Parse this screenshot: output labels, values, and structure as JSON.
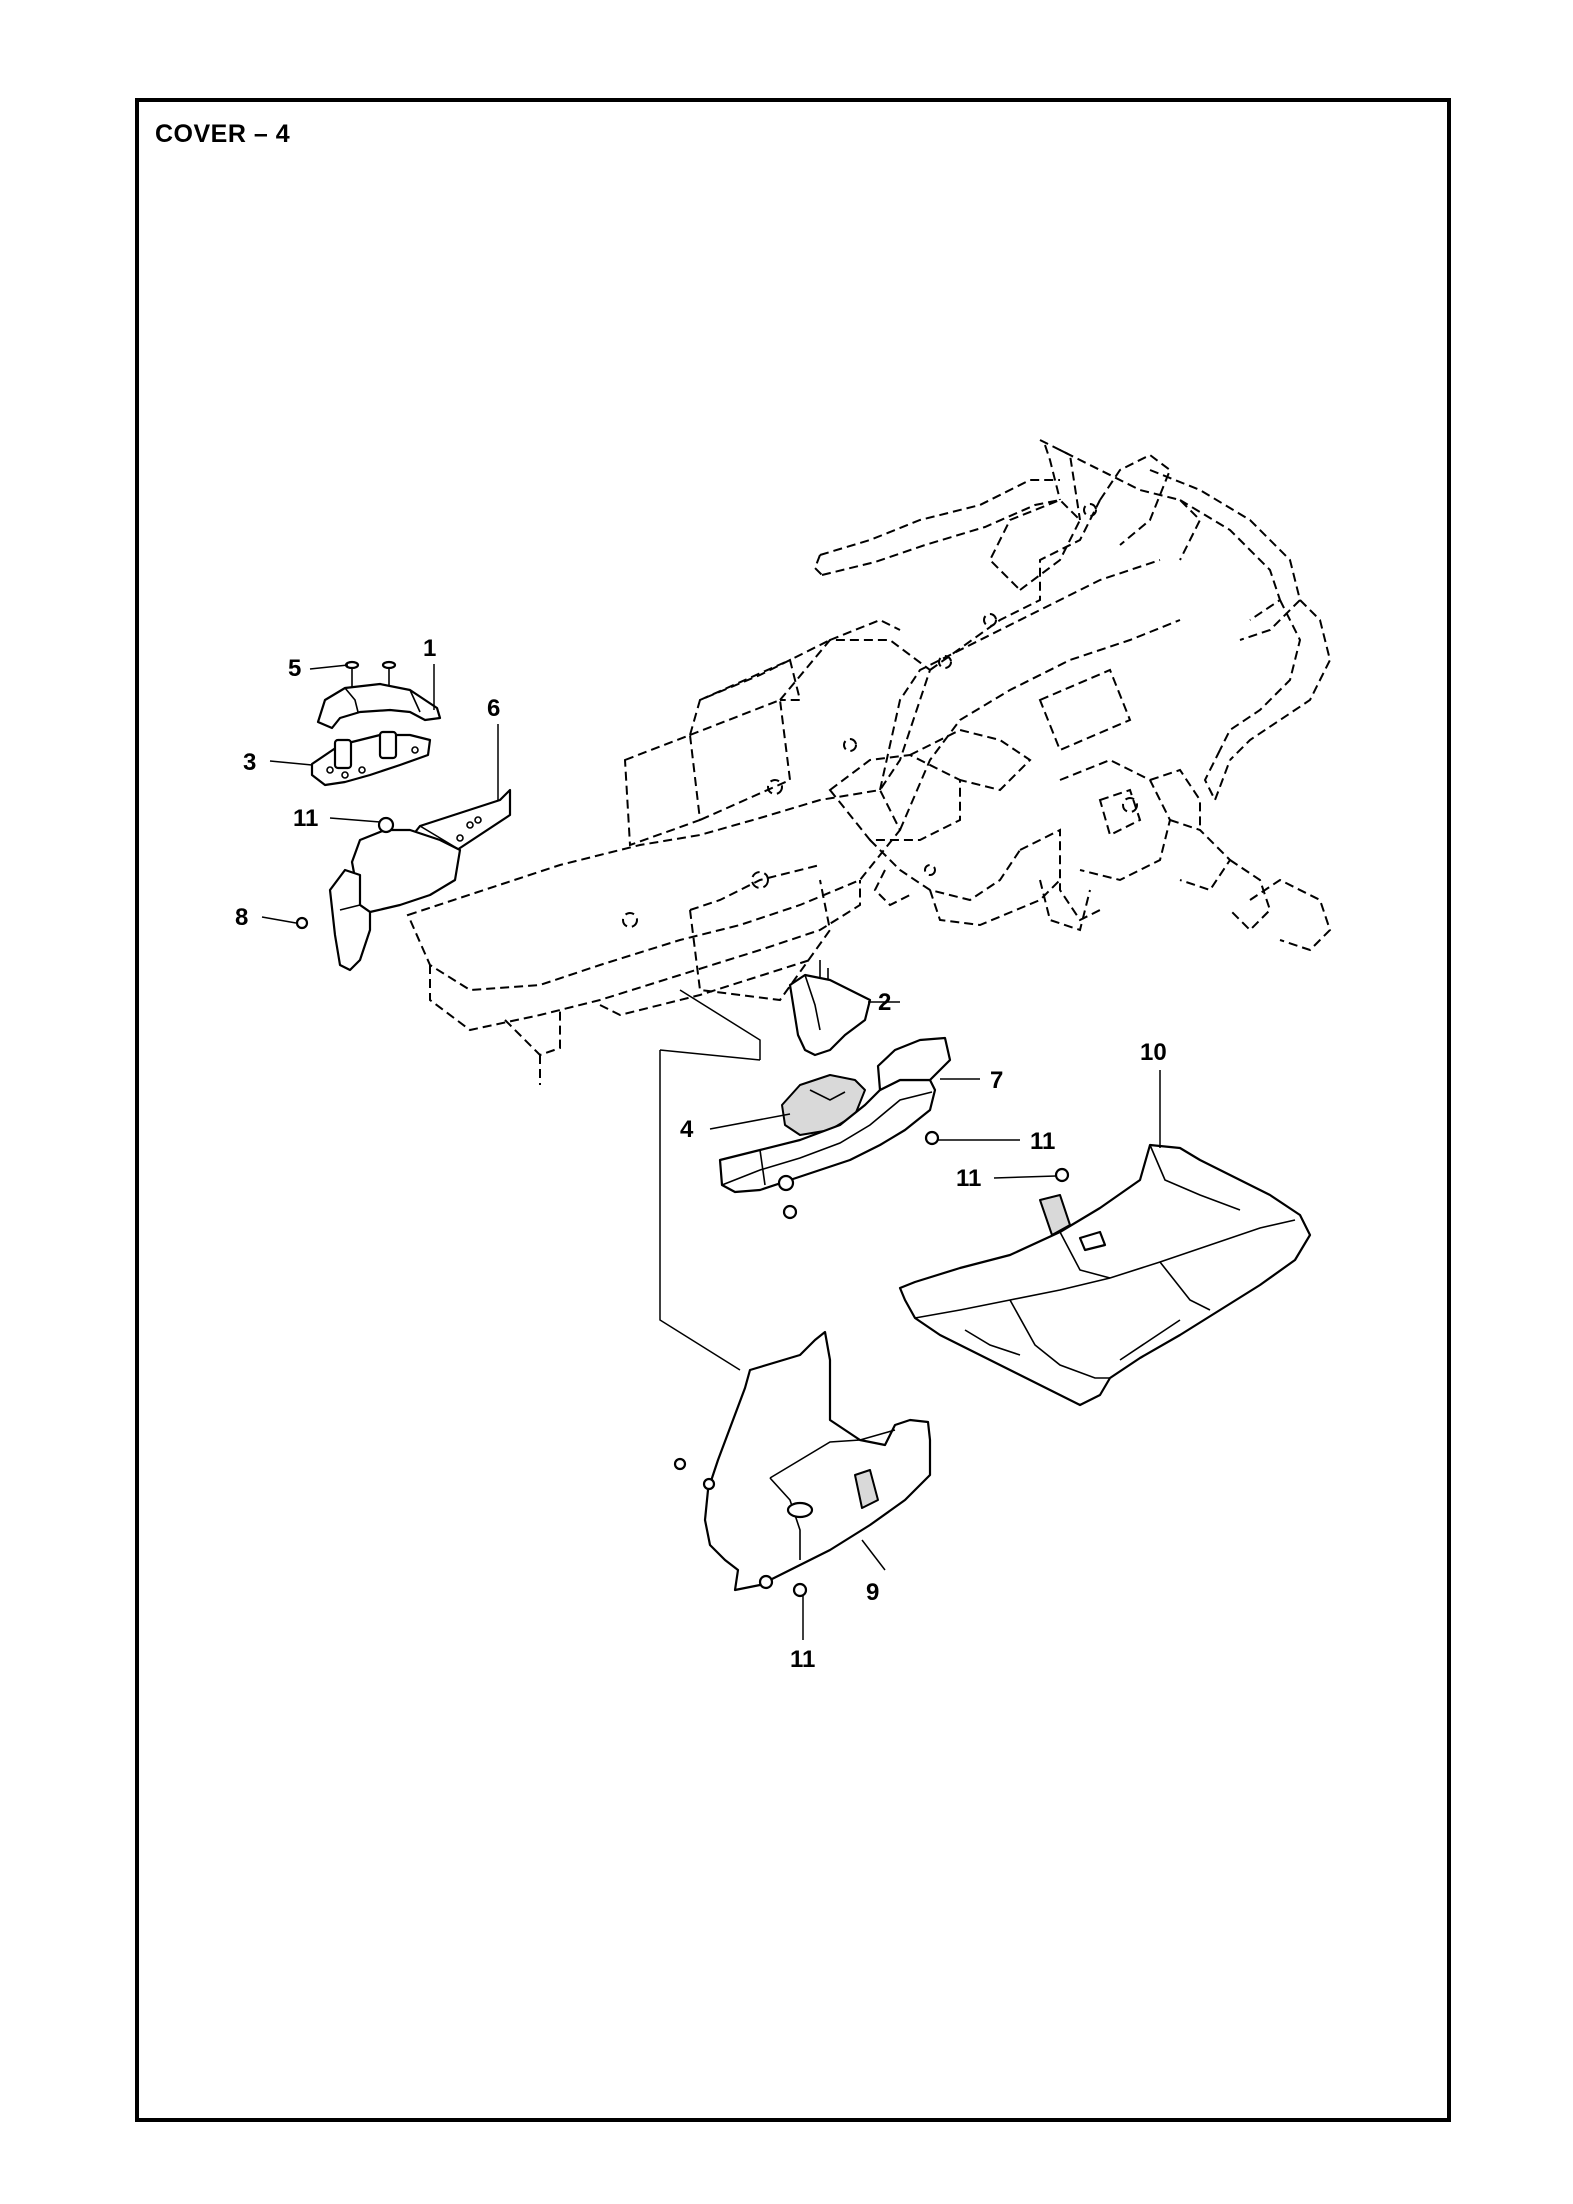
{
  "page": {
    "title": "COVER – 4"
  },
  "callouts": {
    "c1": "1",
    "c2": "2",
    "c3": "3",
    "c4": "4",
    "c5": "5",
    "c6": "6",
    "c7": "7",
    "c8": "8",
    "c9": "9",
    "c10": "10",
    "c11a": "11",
    "c11b": "11",
    "c11c": "11",
    "c11d": "11"
  }
}
